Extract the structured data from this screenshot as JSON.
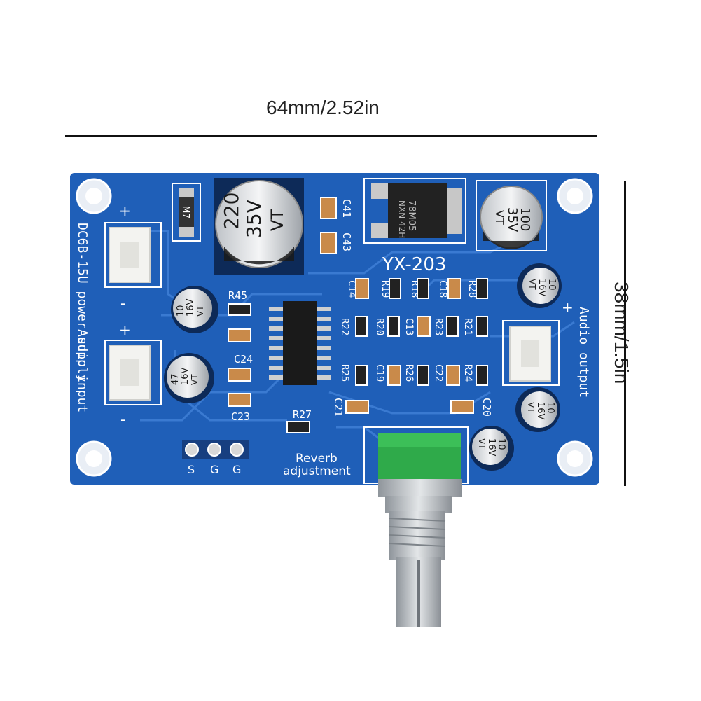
{
  "dimensions": {
    "width_label": "64mm/2.52in",
    "height_label": "38mm/1.5in"
  },
  "board": {
    "model": "YX-203",
    "power_label": "DC6B-15U power supply",
    "audio_input_label": "Audio input",
    "audio_output_label": "Audio output",
    "reverb_label_line1": "Reverb",
    "reverb_label_line2": "adjustment",
    "header_pins": [
      "S",
      "G",
      "G"
    ],
    "plus_sign": "+",
    "minus_sign": "-",
    "components": {
      "cap_main": [
        "220",
        "35V",
        "VT"
      ],
      "cap_100": [
        "100",
        "35V",
        "VT"
      ],
      "cap_47": [
        "47",
        "16V",
        "VT"
      ],
      "cap_10a": [
        "10",
        "16V",
        "VT"
      ],
      "cap_10b": [
        "10",
        "16V",
        "VT"
      ],
      "cap_10c": [
        "10",
        "16V",
        "VT"
      ],
      "cap_10d": [
        "10",
        "16V",
        "VT"
      ],
      "regulator": [
        "78M05",
        "NXN 42H"
      ],
      "diode": "M7",
      "ref_c41": "C41",
      "ref_c43": "C43",
      "ref_r45": "R45",
      "ref_c24": "C24",
      "ref_c23": "C23",
      "ref_r27": "R27",
      "ref_c21": "C21",
      "ref_c20": "C20",
      "ref_row1": [
        "C14",
        "R19",
        "R18",
        "C18",
        "R28"
      ],
      "ref_row2": [
        "R22",
        "R20",
        "C13",
        "R23",
        "R21"
      ],
      "ref_row3": [
        "R25",
        "C19",
        "R26",
        "C22",
        "R24"
      ]
    }
  },
  "colors": {
    "pcb": "#1f5fb8",
    "trace": "#3f7fd6",
    "silkscreen": "#ffffff",
    "potentiometer_cap": "#2faa4a",
    "ic": "#1a1a1a"
  }
}
